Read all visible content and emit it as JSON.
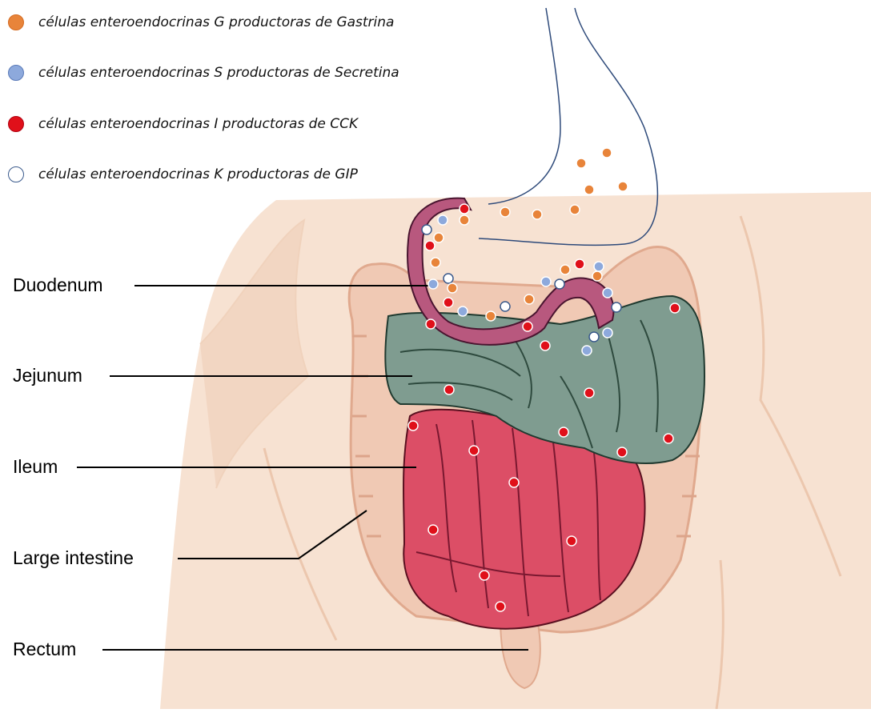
{
  "legend": [
    {
      "id": "g",
      "label": "células enteroendocrinas G productoras de Gastrina",
      "color": "#e8843a",
      "stroke": "#ffffff"
    },
    {
      "id": "s",
      "label": "células enteroendocrinas S productoras de Secretina",
      "color": "#8da9dc",
      "stroke": "#ffffff"
    },
    {
      "id": "i",
      "label": "células enteroendocrinas I productoras de CCK",
      "color": "#e0101a",
      "stroke": "#ffffff"
    },
    {
      "id": "k",
      "label": "células enteroendocrinas K productoras de GIP",
      "color": "#ffffff",
      "stroke": "#3a5a8c"
    }
  ],
  "labels": {
    "duodenum": "Duodenum",
    "jejunum": "Jejunum",
    "ileum": "Ileum",
    "large_intestine": "Large intestine",
    "rectum": "Rectum"
  },
  "colors": {
    "skin": "#f7e2d2",
    "skin_dark": "#ecc7ae",
    "colon": "#f0c9b4",
    "duodenum": "#b8587e",
    "jejunum": "#7f9c90",
    "ileum": "#dc4e66",
    "stomach_line": "#2e4a7a"
  }
}
